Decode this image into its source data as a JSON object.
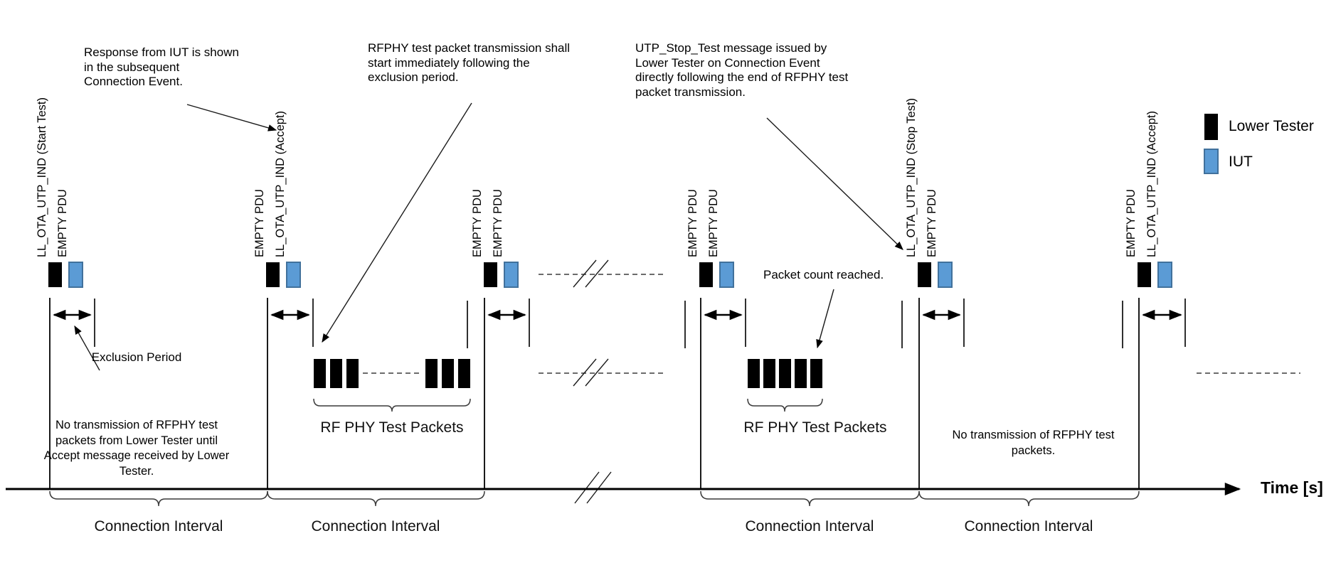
{
  "diagram": {
    "legend": {
      "items": [
        {
          "label": "Lower Tester",
          "color": "#000000"
        },
        {
          "label": "IUT",
          "color": "#5B9BD5",
          "border_color": "#41719C"
        }
      ]
    },
    "axis": {
      "label": "Time [s]"
    },
    "events": [
      {
        "lower_tester_pdu": "LL_OTA_UTP_IND (Start Test)",
        "iut_pdu": "EMPTY PDU"
      },
      {
        "lower_tester_pdu": "EMPTY PDU",
        "iut_pdu": "LL_OTA_UTP_IND (Accept)"
      },
      {
        "lower_tester_pdu": "EMPTY PDU",
        "iut_pdu": "EMPTY PDU"
      },
      {
        "lower_tester_pdu": "EMPTY PDU",
        "iut_pdu": "EMPTY PDU"
      },
      {
        "lower_tester_pdu": "LL_OTA_UTP_IND (Stop Test)",
        "iut_pdu": "EMPTY PDU"
      },
      {
        "lower_tester_pdu": "EMPTY PDU",
        "iut_pdu": "LL_OTA_UTP_IND (Accept)"
      }
    ],
    "annotations": {
      "response_from_iut": "Response from IUT is shown in the subsequent Connection Event.",
      "rfphy_start": "RFPHY test packet transmission shall start immediately following the exclusion period.",
      "utp_stop": "UTP_Stop_Test message issued by Lower Tester on Connection Event directly following the end of RFPHY test packet transmission.",
      "packet_count": "Packet count reached.",
      "exclusion_period": "Exclusion Period",
      "no_tx_until_accept": "No transmission of RFPHY test packets from Lower Tester until Accept message received by Lower Tester.",
      "no_tx": "No transmission of RFPHY test packets."
    },
    "rf_packet_labels": [
      "RF PHY Test Packets",
      "RF PHY Test Packets"
    ],
    "interval_labels": [
      "Connection Interval",
      "Connection Interval",
      "Connection Interval",
      "Connection Interval"
    ]
  }
}
